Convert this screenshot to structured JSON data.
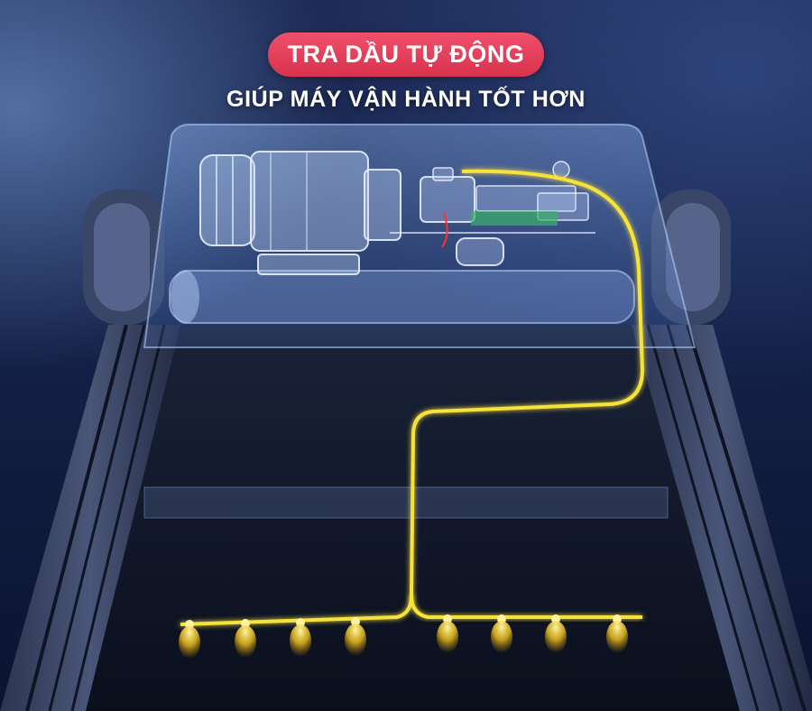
{
  "banner": {
    "title": "TRA DẦU TỰ ĐỘNG",
    "subtitle": "GIÚP MÁY VẬN HÀNH TỐT HƠN"
  },
  "colors": {
    "title_pill": "#e8405c",
    "oil_line": "#f6e23a",
    "background": "#142148",
    "glass_cover": "#8fb8ff"
  },
  "illustration": {
    "subject": "treadmill-auto-lubrication",
    "nozzle_count": 8
  }
}
